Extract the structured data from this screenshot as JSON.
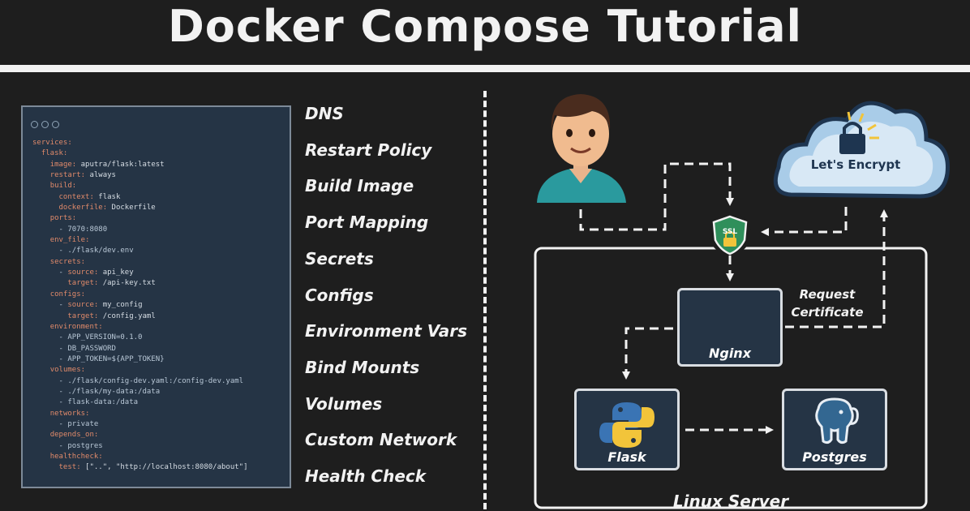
{
  "header": {
    "title": "Docker Compose Tutorial"
  },
  "code_panel": {
    "lines": [
      "services:",
      "  flask:",
      "    image: aputra/flask:latest",
      "    restart: always",
      "    build:",
      "      context: flask",
      "      dockerfile: Dockerfile",
      "    ports:",
      "      - 7070:8080",
      "    env_file:",
      "      - ./flask/dev.env",
      "    secrets:",
      "      - source: api_key",
      "        target: /api-key.txt",
      "    configs:",
      "      - source: my_config",
      "        target: /config.yaml",
      "    environment:",
      "      - APP_VERSION=0.1.0",
      "      - DB_PASSWORD",
      "      - APP_TOKEN=${APP_TOKEN}",
      "    volumes:",
      "      - ./flask/config-dev.yaml:/config-dev.yaml",
      "      - ./flask/my-data:/data",
      "      - flask-data:/data",
      "    networks:",
      "      - private",
      "    depends_on:",
      "      - postgres",
      "    healthcheck:",
      "      test: [\"..\", \"http://localhost:8080/about\"]"
    ]
  },
  "features": [
    "DNS",
    "Restart Policy",
    "Build Image",
    "Port Mapping",
    "Secrets",
    "Configs",
    "Environment Vars",
    "Bind Mounts",
    "Volumes",
    "Custom Network",
    "Health Check"
  ],
  "diagram": {
    "ssl_badge": "SSL",
    "lets_encrypt": "Let's Encrypt",
    "nginx": "Nginx",
    "flask": "Flask",
    "postgres": "Postgres",
    "request_certificate": [
      "Request",
      "Certificate"
    ],
    "server": "Linux Server"
  },
  "colors": {
    "background": "#1e1e1e",
    "panel": "#253445",
    "nginx_green": "#1f8f3a",
    "python_blue": "#3a74b4",
    "python_yellow": "#f2c43a",
    "postgres_blue": "#336791",
    "cloud": "#a9cce8"
  },
  "icons": [
    "user-avatar-icon",
    "ssl-shield-icon",
    "lets-encrypt-cloud-icon",
    "nginx-icon",
    "python-icon",
    "postgres-elephant-icon"
  ]
}
